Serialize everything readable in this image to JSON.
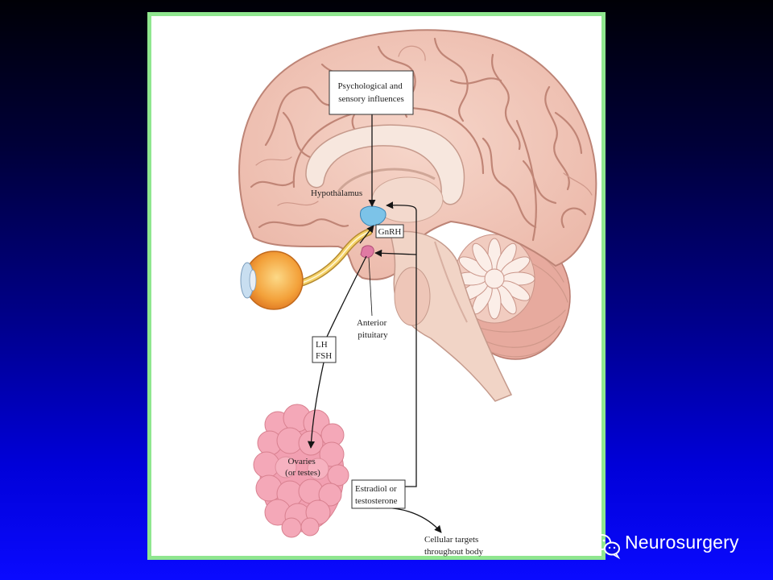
{
  "slide": {
    "colors": {
      "background_top": "#000006",
      "background_bottom": "#0a0aff",
      "panel_border": "#8fe68f",
      "panel_fill": "#ffffff",
      "hypothalamus": "#7cc3e8",
      "pituitary": "#e07aa3",
      "ovaries": "#f4a8b8",
      "brain": "#f0c3b4",
      "eye": "#f3a13a"
    }
  },
  "diagram": {
    "labels": {
      "psychological": [
        "Psychological and",
        "sensory influences"
      ],
      "hypothalamus": "Hypothalamus",
      "gnrh": "GnRH",
      "anterior_pituitary": [
        "Anterior",
        "pituitary"
      ],
      "lh_fsh": [
        "LH",
        "FSH"
      ],
      "ovaries": [
        "Ovaries",
        "(or testes)"
      ],
      "estradiol": [
        "Estradiol or",
        "testosterone"
      ],
      "cellular_targets": [
        "Cellular targets",
        "throughout body"
      ]
    }
  },
  "watermark": {
    "text": "Neurosurgery",
    "icon": "wechat-logo-icon"
  }
}
